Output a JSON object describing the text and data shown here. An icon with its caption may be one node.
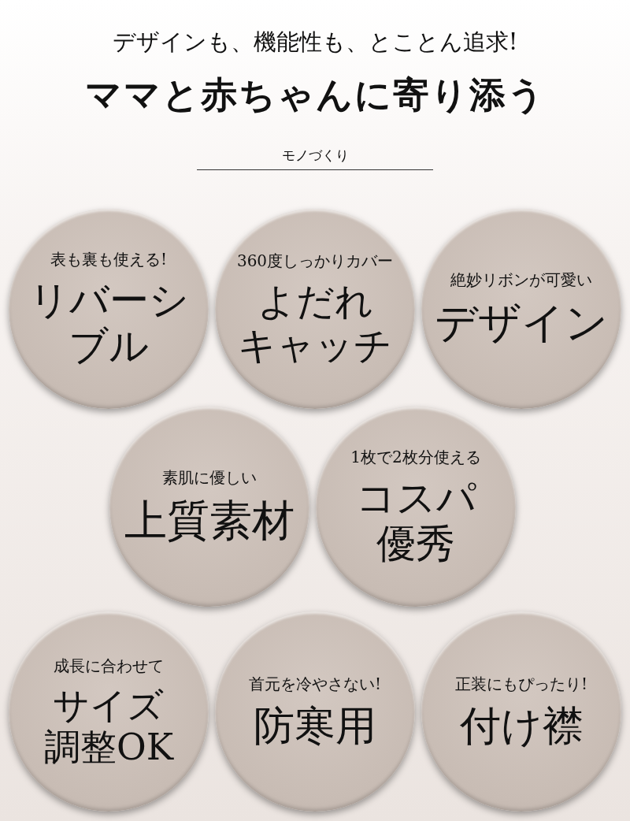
{
  "diagram": {
    "title": "ママと赤ちゃんに寄り添う",
    "nodes": [
      {
        "text": [
          "表も裏も使える!",
          "リバーシブル"
        ]
      },
      {
        "text": [
          "360度しっかりカバー",
          "よだれキャッチ"
        ]
      },
      {
        "text": [
          "絶妙リボンが可愛い",
          "デザイン"
        ]
      },
      {
        "text": [
          "素肌に優しい",
          "上質素材"
        ]
      },
      {
        "text": [
          "1枚で2枚分使える",
          "コスパ優秀"
        ]
      },
      {
        "text": [
          "成長に合わせて",
          "サイズ調整OK"
        ]
      },
      {
        "text": [
          "首元を冷やさない!",
          "防寒用"
        ]
      },
      {
        "text": [
          "正装にもぴったり!",
          "付け襟"
        ]
      }
    ],
    "labels": [
      "デザインも、機能性も、とことん追求!",
      "モノづくり"
    ]
  }
}
